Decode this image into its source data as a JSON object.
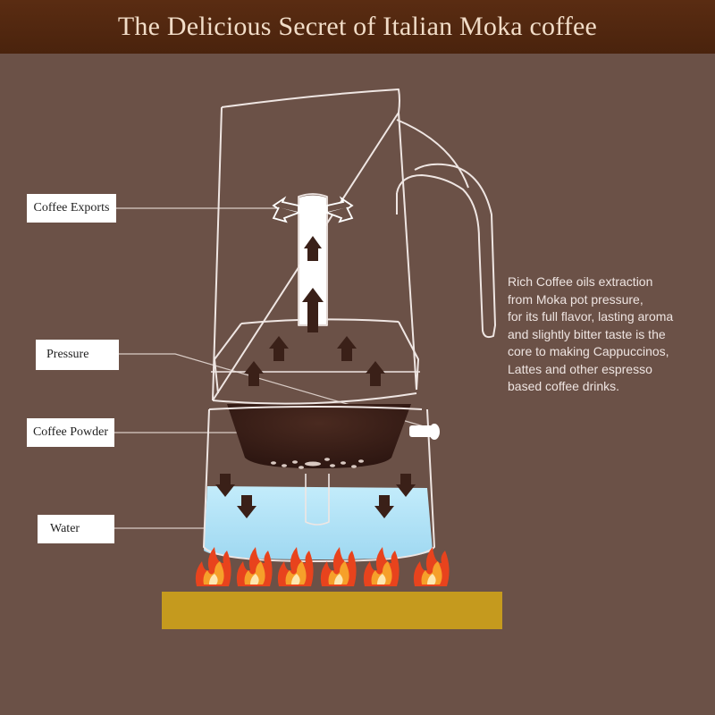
{
  "header": {
    "title": "The Delicious Secret of  Italian Moka coffee"
  },
  "labels": {
    "coffee_exports": "Coffee Exports",
    "pressure": "Pressure",
    "coffee_powder": "Coffee Powder",
    "water": "Water"
  },
  "description": {
    "lines": [
      "Rich Coffee oils extraction",
      "from Moka pot pressure,",
      "for its full flavor, lasting aroma",
      "and slightly bitter taste is the",
      "core to making Cappuccinos,",
      "Lattes and other espresso",
      "based coffee drinks."
    ]
  },
  "colors": {
    "background": "#6b5147",
    "header": "#4e250e",
    "water": "#a9def4",
    "coffee": "#3a1f18",
    "base_plate": "#c59a1e",
    "flame_outer": "#e8431d",
    "flame_inner": "#f6a02a"
  },
  "icons": [
    "flow-arrow-icon",
    "steam-arrow-icon",
    "flame-icon"
  ]
}
